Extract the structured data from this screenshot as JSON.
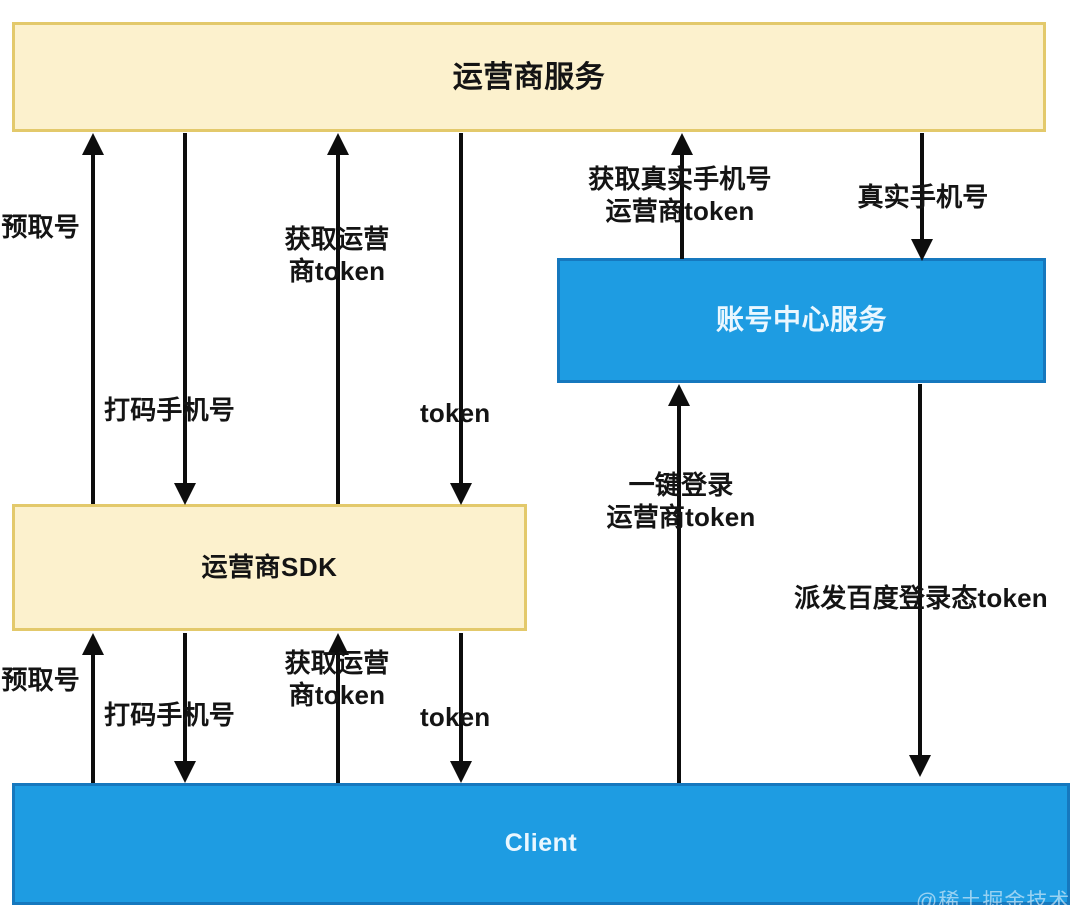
{
  "diagram": {
    "title_watermark": "@稀土掘金技术社区",
    "nodes": [
      {
        "id": "operator-service",
        "label": "运营商服务",
        "style": "yellow"
      },
      {
        "id": "account-center-service",
        "label": "账号中心服务",
        "style": "blue"
      },
      {
        "id": "operator-sdk",
        "label": "运营商SDK",
        "style": "yellow"
      },
      {
        "id": "client",
        "label": "Client",
        "style": "blue"
      }
    ],
    "edges": [
      {
        "id": "e1",
        "from": "operator-sdk",
        "to": "operator-service",
        "direction": "up",
        "label": "预取号"
      },
      {
        "id": "e2",
        "from": "operator-service",
        "to": "operator-sdk",
        "direction": "down",
        "label": "打码手机号"
      },
      {
        "id": "e3",
        "from": "operator-sdk",
        "to": "operator-service",
        "direction": "up",
        "label": "获取运营\n商token"
      },
      {
        "id": "e4",
        "from": "operator-service",
        "to": "operator-sdk",
        "direction": "down",
        "label": "token"
      },
      {
        "id": "e5",
        "from": "account-center-service",
        "to": "operator-service",
        "direction": "up",
        "label": "获取真实手机号\n运营商token"
      },
      {
        "id": "e6",
        "from": "operator-service",
        "to": "account-center-service",
        "direction": "down",
        "label": "真实手机号"
      },
      {
        "id": "e7",
        "from": "client",
        "to": "operator-sdk",
        "direction": "up",
        "label": "预取号"
      },
      {
        "id": "e8",
        "from": "operator-sdk",
        "to": "client",
        "direction": "down",
        "label": "打码手机号"
      },
      {
        "id": "e9",
        "from": "client",
        "to": "operator-sdk",
        "direction": "up",
        "label": "获取运营\n商token"
      },
      {
        "id": "e10",
        "from": "operator-sdk",
        "to": "client",
        "direction": "down",
        "label": "token"
      },
      {
        "id": "e11",
        "from": "client",
        "to": "account-center-service",
        "direction": "up",
        "label": "一键登录\n运营商token"
      },
      {
        "id": "e12",
        "from": "account-center-service",
        "to": "client",
        "direction": "down",
        "label": "派发百度登录态token"
      }
    ],
    "colors": {
      "yellow_fill": "#fcf1cd",
      "yellow_border": "#e3c96b",
      "blue_fill": "#1e9ce2",
      "blue_border": "#1678be",
      "arrow": "#0d0d0d",
      "text_dark": "#141414",
      "text_light": "#eaf7ff",
      "background": "#ffffff"
    }
  }
}
